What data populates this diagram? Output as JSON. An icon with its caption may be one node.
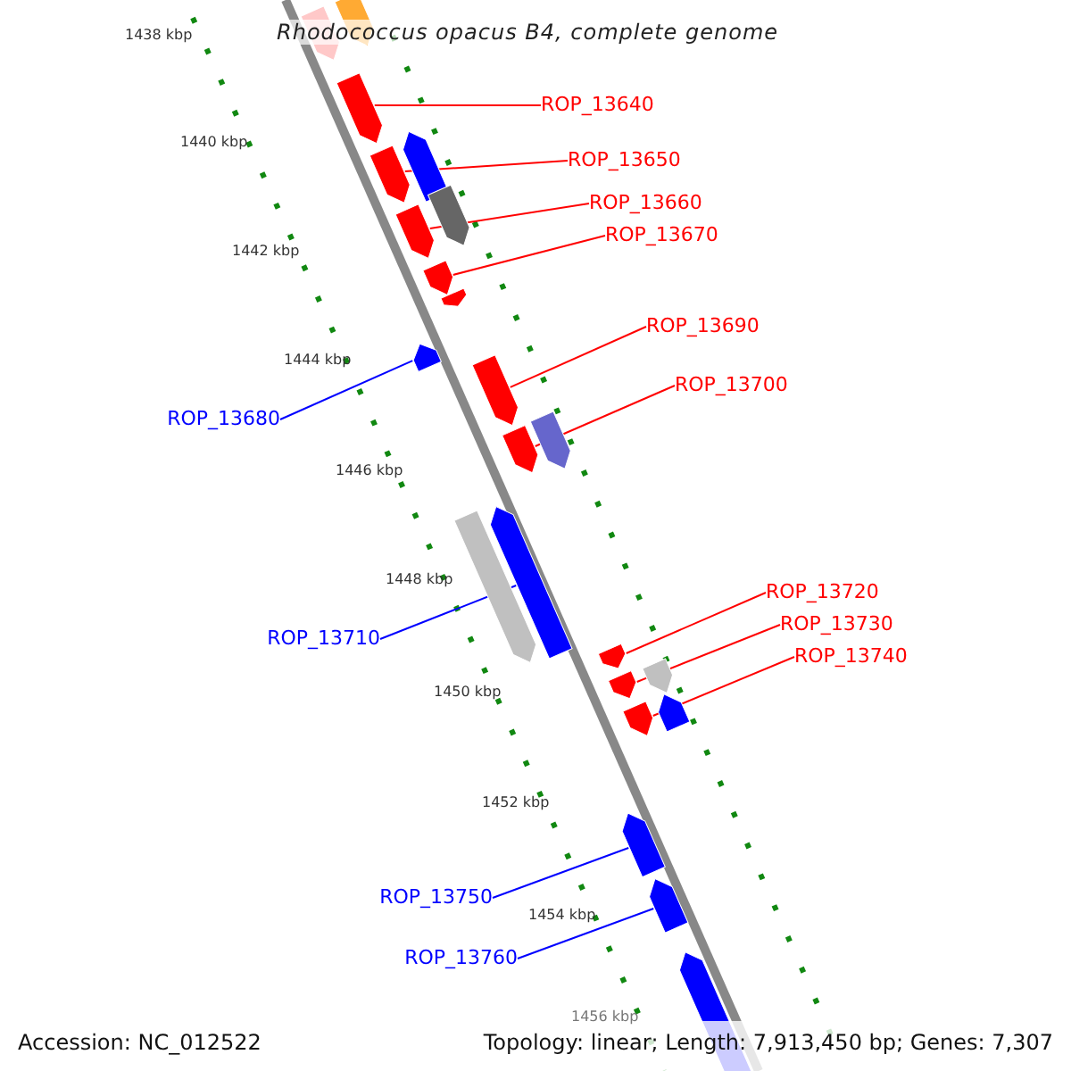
{
  "diagram": {
    "title": "Rhodococcus opacus B4, complete genome",
    "nodes": [
      {
        "text": [
          "ROP_13640"
        ]
      },
      {
        "text": [
          "ROP_13650"
        ]
      },
      {
        "text": [
          "ROP_13660"
        ]
      },
      {
        "text": [
          "ROP_13670"
        ]
      },
      {
        "text": [
          "ROP_13690"
        ]
      },
      {
        "text": [
          "ROP_13700"
        ]
      },
      {
        "text": [
          "ROP_13680"
        ]
      },
      {
        "text": [
          "ROP_13720"
        ]
      },
      {
        "text": [
          "ROP_13730"
        ]
      },
      {
        "text": [
          "ROP_13710"
        ]
      },
      {
        "text": [
          "ROP_13740"
        ]
      },
      {
        "text": [
          "ROP_13750"
        ]
      },
      {
        "text": [
          "ROP_13760"
        ]
      },
      {
        "text": [],
        "shape": "arrow"
      },
      {
        "text": [],
        "shape": "arrow"
      },
      {
        "text": [],
        "shape": "arrow"
      },
      {
        "text": [],
        "shape": "arrow"
      },
      {
        "text": [],
        "shape": "arrow"
      },
      {
        "text": [],
        "shape": "arrow"
      },
      {
        "text": [],
        "shape": "arrow"
      },
      {
        "text": [],
        "shape": "arrow"
      },
      {
        "text": [],
        "shape": "arrow"
      },
      {
        "text": [],
        "shape": "arrow"
      },
      {
        "text": [],
        "shape": "arrow"
      },
      {
        "text": [],
        "shape": "arrow"
      },
      {
        "text": [],
        "shape": "arrow"
      },
      {
        "text": [],
        "shape": "arrow"
      },
      {
        "text": [],
        "shape": "arrow"
      },
      {
        "text": [],
        "shape": "arrow"
      },
      {
        "text": [],
        "shape": "arrow"
      },
      {
        "text": [],
        "shape": "arrow"
      },
      {
        "text": [],
        "shape": "arrow"
      },
      {
        "text": [],
        "shape": "arrow"
      },
      {
        "text": [],
        "shape": "arrow"
      },
      {
        "text": [],
        "shape": "arrow"
      },
      {
        "text": [],
        "shape": "arrow"
      }
    ],
    "edges": [
      {
        "from": 0,
        "to": 15,
        "arrow": "none"
      },
      {
        "from": 1,
        "to": 17,
        "arrow": "none"
      },
      {
        "from": 2,
        "to": 19,
        "arrow": "none"
      },
      {
        "from": 3,
        "to": 20,
        "arrow": "none"
      },
      {
        "from": 4,
        "to": 23,
        "arrow": "none"
      },
      {
        "from": 5,
        "to": 25,
        "arrow": "none"
      },
      {
        "from": 6,
        "to": 22,
        "arrow": "none",
        "color": "#0000ff"
      },
      {
        "from": 7,
        "to": 28,
        "arrow": "none"
      },
      {
        "from": 8,
        "to": 30,
        "arrow": "none"
      },
      {
        "from": 9,
        "to": 26,
        "arrow": "none",
        "color": "#0000ff"
      },
      {
        "from": 10,
        "to": 32,
        "arrow": "none"
      },
      {
        "from": 11,
        "to": 33,
        "arrow": "none",
        "color": "#0000ff"
      },
      {
        "from": 12,
        "to": 34,
        "arrow": "none",
        "color": "#0000ff"
      }
    ],
    "labels": [
      "1438 kbp",
      "1440 kbp",
      "1442 kbp",
      "1444 kbp",
      "1446 kbp",
      "1448 kbp",
      "1450 kbp",
      "1452 kbp",
      "1454 kbp",
      "1456 kbp",
      "Accession: NC_012522",
      "Topology: linear; Length: 7,913,450 bp; Genes: 7,307"
    ]
  }
}
